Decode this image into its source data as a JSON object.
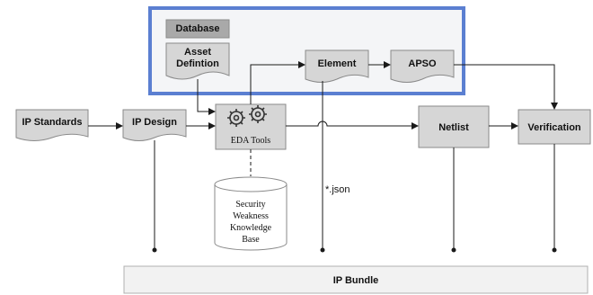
{
  "colors": {
    "highlight_border": "#5b7fd1",
    "highlight_fill": "#f4f5f7",
    "node_fill": "#d6d6d6",
    "node_fill_dark": "#a9a9a9",
    "node_stroke": "#8a8a8a",
    "line": "#1a1a1a",
    "bundle_fill": "#f2f2f2"
  },
  "nodes": {
    "database": "Database",
    "asset_definition": [
      "Asset",
      "Defintion"
    ],
    "element": "Element",
    "apso": "APSO",
    "ip_standards": "IP Standards",
    "ip_design": "IP Design",
    "eda_tools": "EDA Tools",
    "netlist": "Netlist",
    "verification": "Verification",
    "knowledge_base": [
      "Security",
      "Weakness",
      "Knowledge",
      "Base"
    ],
    "json_label": "*.json",
    "ip_bundle": "IP Bundle"
  },
  "icons": {
    "eda_gears": "gears-icon"
  }
}
